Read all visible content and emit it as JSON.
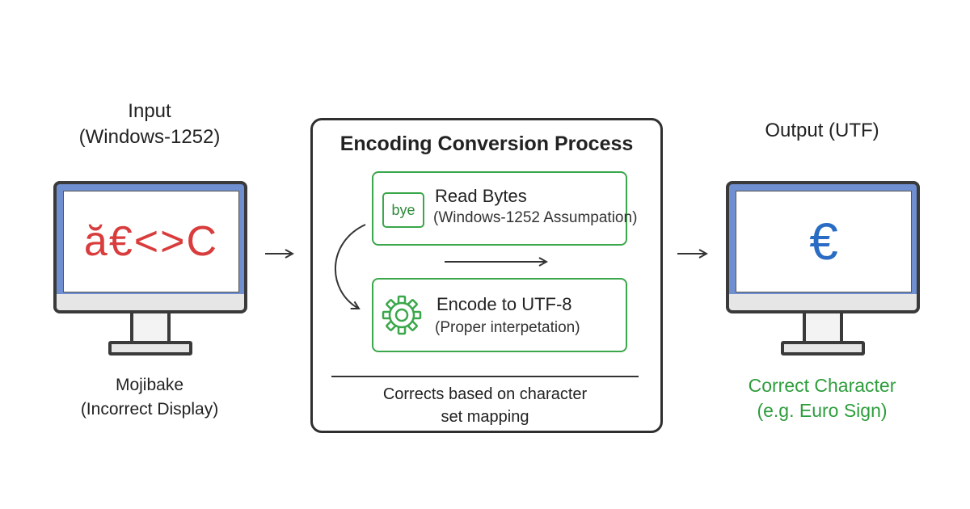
{
  "input": {
    "title_line1": "Input",
    "title_line2": "(Windows-1252)",
    "screen_text": "ă€<>C",
    "caption_line1": "Mojibake",
    "caption_line2": "(Incorrect Display)"
  },
  "process": {
    "title": "Encoding Conversion Process",
    "step1": {
      "badge": "bye",
      "title": "Read Bytes",
      "subtitle": "(Windows-1252 Assumpation)"
    },
    "step2": {
      "icon": "gear-icon",
      "title": "Encode to UTF-8",
      "subtitle": "(Proper interpetation)"
    },
    "note_line1": "Corrects based on character",
    "note_line2": "set mapping"
  },
  "output": {
    "title": "Output (UTF)",
    "screen_text": "€",
    "caption_line1": "Correct Character",
    "caption_line2": "(e.g. Euro Sign)"
  },
  "colors": {
    "mojibake_red": "#d93c3c",
    "euro_blue": "#2a6cc4",
    "step_green": "#3aa74a",
    "caption_green": "#2e9d3c",
    "bezel_blue": "#6f8fd0"
  }
}
